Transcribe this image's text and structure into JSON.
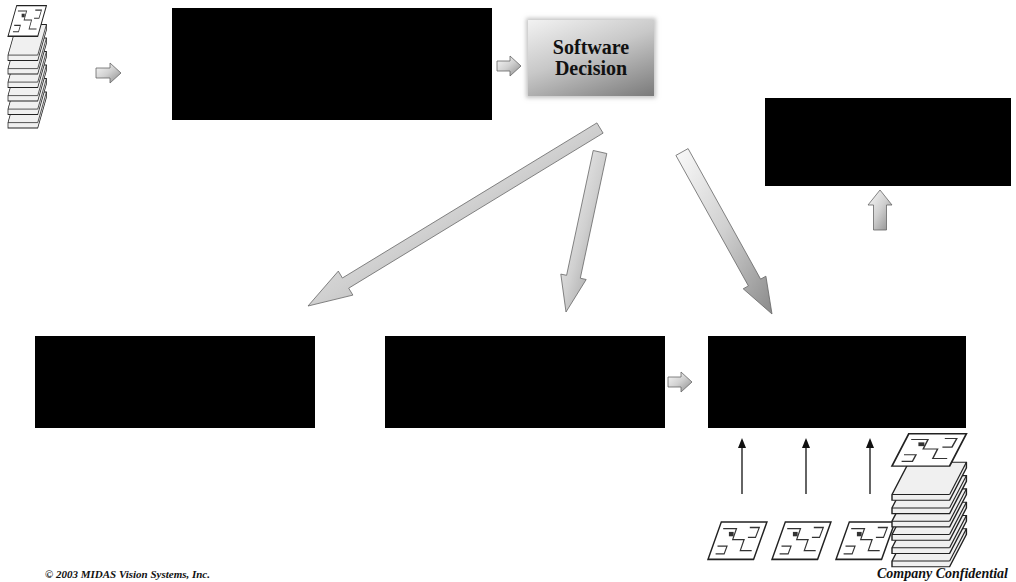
{
  "diagram": {
    "nodes": [
      {
        "text": [
          "Software Decision"
        ]
      }
    ],
    "labels": [
      "© 2003 MIDAS Vision Systems, Inc.",
      "Company Confidential"
    ]
  }
}
